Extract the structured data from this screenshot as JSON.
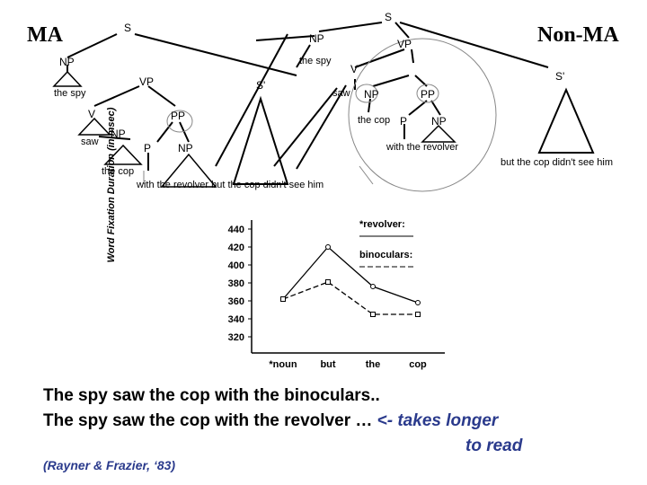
{
  "left_label": "MA",
  "right_label": "Non-MA",
  "tree": {
    "root_s": "S",
    "top_s": "S",
    "np_left": "NP",
    "np_mid": "NP",
    "the_spy_a": "the spy",
    "the_spy_b": "the spy",
    "vp_left": "VP",
    "vp_right": "VP",
    "s_prime_mid": "S'",
    "s_prime_right": "S'",
    "v_left": "V",
    "v_right": "V",
    "pp_left": "PP",
    "np_under_vp": "NP",
    "saw_left": "saw",
    "saw_right": "saw",
    "np_cop_right": "NP",
    "pp_right": "PP",
    "p_left": "P",
    "np_pp_left": "NP",
    "the_cop_left": "the cop",
    "the_cop_right": "the cop",
    "p_right": "P",
    "np_pp_right": "NP",
    "with_revolver_right": "with the revolver",
    "with_revolver_left": "with the revolver but the cop didn't see him",
    "but_cop_right": "but the cop didn't see him"
  },
  "chart_data": {
    "type": "line",
    "ylabel": "Word Fixation Duration (in msec)",
    "yticks": [
      320,
      340,
      360,
      380,
      400,
      420,
      440
    ],
    "ylim": [
      310,
      450
    ],
    "categories": [
      "*noun",
      "but",
      "the",
      "cop"
    ],
    "series": [
      {
        "name": "*revolver:",
        "values": [
          362,
          420,
          376,
          358
        ]
      },
      {
        "name": "binoculars:",
        "values": [
          362,
          381,
          345,
          345
        ]
      }
    ],
    "grid": false
  },
  "sentences": {
    "line1": "The spy saw the cop with the binoculars..",
    "line2": "The spy saw the cop with the revolver … ",
    "arrow_note_1": "<- takes longer",
    "arrow_note_2": "to read",
    "citation": "(Rayner & Frazier, ‘83)"
  },
  "colors": {
    "accent": "#2a3a8c",
    "circle": "#888888"
  }
}
